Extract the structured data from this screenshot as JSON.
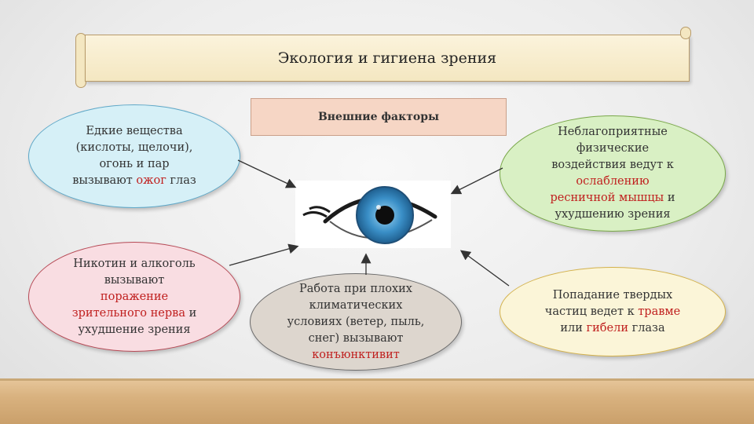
{
  "title": "Экология и гигиена зрения",
  "factors_label": "Внешние факторы",
  "ovals": {
    "chem": {
      "lines": [
        "Едкие вещества",
        "(кислоты, щелочи),",
        "огонь и пар"
      ],
      "last_pre": "вызывают ",
      "last_red": "ожог",
      "last_post": " глаз"
    },
    "physical": {
      "lines": [
        "Неблагоприятные",
        "физические",
        "воздействия ведут к"
      ],
      "red1": "ослаблению",
      "red2": "ресничной мышцы",
      "post2": " и",
      "last": "ухудшению зрения"
    },
    "nicotine": {
      "lines": [
        "Никотин и алкоголь",
        "вызывают"
      ],
      "red1": "поражение",
      "red2": "зрительного нерва",
      "post2": " и",
      "last": "ухудшение зрения"
    },
    "climate": {
      "lines": [
        "Работа при плохих",
        "климатических",
        "условиях (ветер, пыль,",
        "снег) вызывают"
      ],
      "red": "конъюнктивит"
    },
    "particles": {
      "line1": "Попадание твердых",
      "line2_pre": "частиц ведет к ",
      "line2_red": "травме",
      "line3_pre": "или ",
      "line3_red": "гибели",
      "line3_post": " глаза"
    }
  },
  "colors": {
    "accent_red": "#c0201f",
    "iris": "#3a8fc7"
  }
}
